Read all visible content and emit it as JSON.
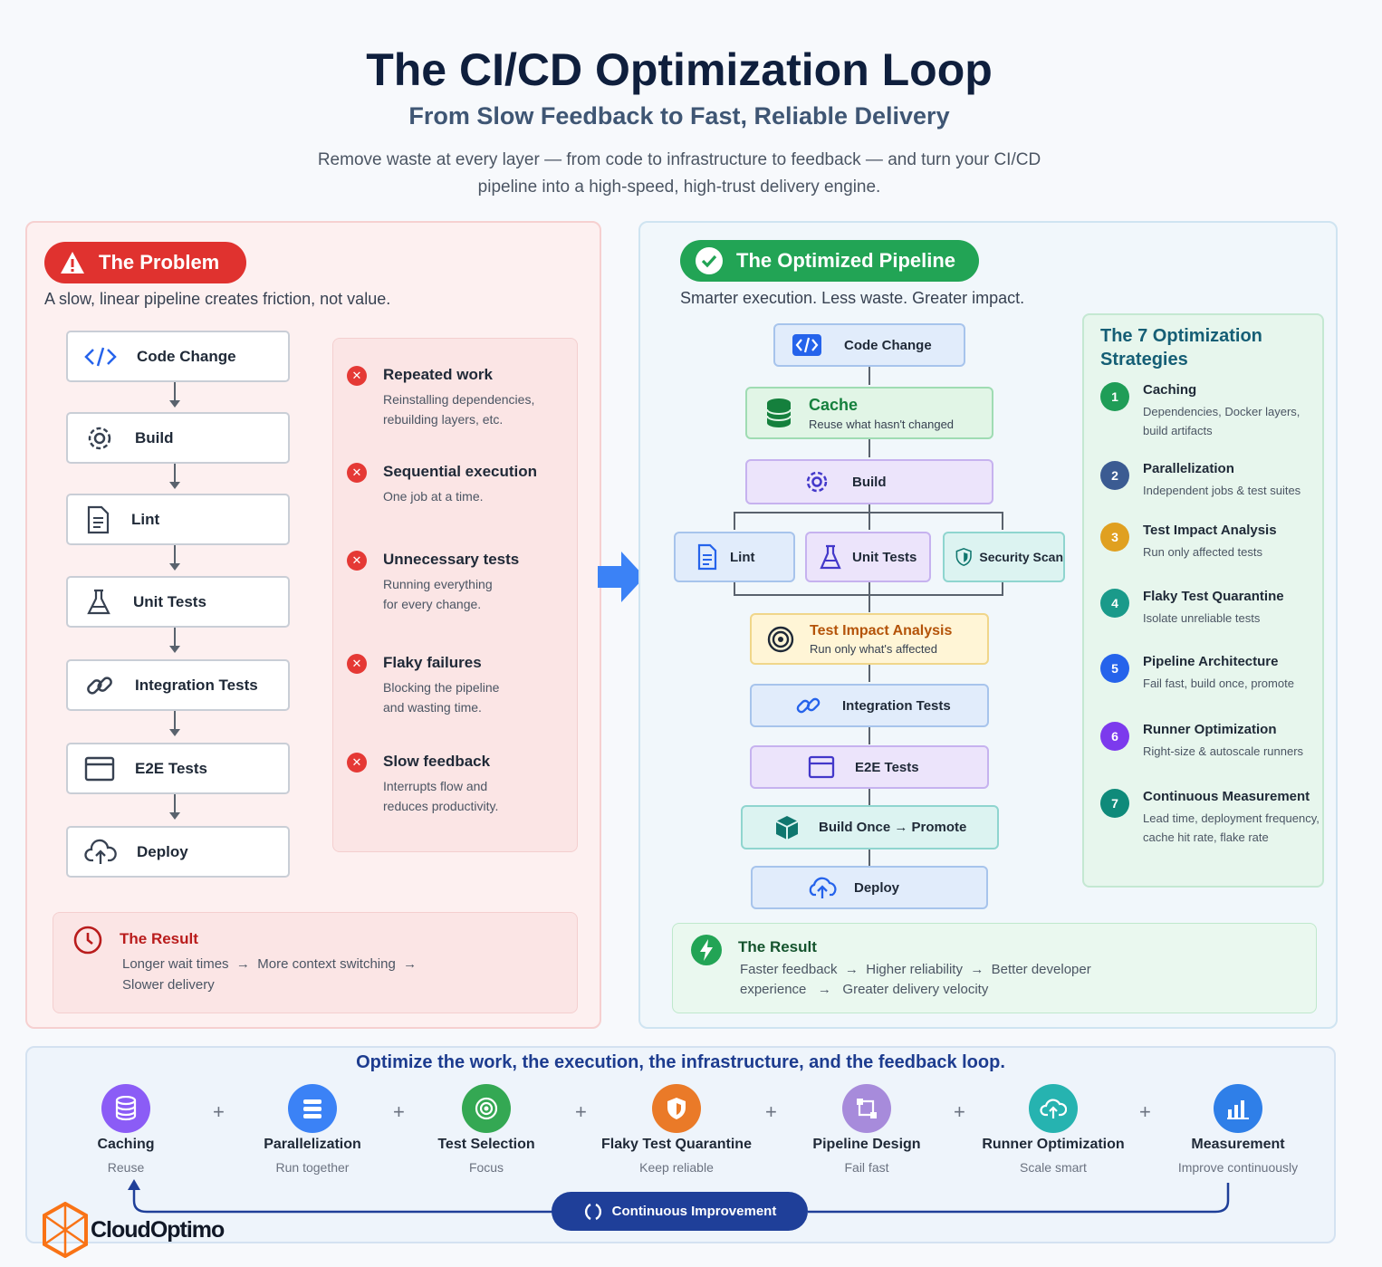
{
  "header": {
    "title": "The CI/CD Optimization Loop",
    "subtitle": "From Slow Feedback to Fast, Reliable Delivery",
    "description_line1": "Remove waste at every layer — from code to infrastructure to feedback — and turn your CI/CD",
    "description_line2": "pipeline into a high-speed, high-trust delivery engine."
  },
  "problem": {
    "badge": "The Problem",
    "lead": "A slow, linear pipeline creates friction, not value.",
    "steps": [
      "Code Change",
      "Build",
      "Lint",
      "Unit Tests",
      "Integration Tests",
      "E2E Tests",
      "Deploy"
    ],
    "issues": [
      {
        "title": "Repeated work",
        "desc1": "Reinstalling dependencies,",
        "desc2": "rebuilding layers, etc."
      },
      {
        "title": "Sequential execution",
        "desc1": "One job at a time.",
        "desc2": ""
      },
      {
        "title": "Unnecessary tests",
        "desc1": "Running everything",
        "desc2": "for every change."
      },
      {
        "title": "Flaky failures",
        "desc1": "Blocking the pipeline",
        "desc2": "and wasting time."
      },
      {
        "title": "Slow feedback",
        "desc1": "Interrupts flow and",
        "desc2": "reduces productivity."
      }
    ],
    "result": {
      "title": "The Result",
      "item1": "Longer wait times",
      "item2": "More context switching",
      "item3": "Slower delivery",
      "arrow": "→"
    }
  },
  "optimized": {
    "badge": "The Optimized Pipeline",
    "lead": "Smarter execution. Less waste. Greater impact.",
    "code_change": "Code Change",
    "cache_title": "Cache",
    "cache_desc": "Reuse what hasn't changed",
    "build": "Build",
    "lint": "Lint",
    "unit_tests": "Unit Tests",
    "security_scan": "Security Scan",
    "tia_title": "Test Impact Analysis",
    "tia_desc": "Run only what's affected",
    "integration_tests": "Integration Tests",
    "e2e_tests": "E2E Tests",
    "build_once": "Build Once",
    "promote": "Promote",
    "arrow": "→",
    "deploy": "Deploy",
    "result": {
      "title": "The Result",
      "item1": "Faster feedback",
      "item2": "Higher reliability",
      "item3a": "Better developer",
      "item3b": "experience",
      "item4": "Greater delivery velocity",
      "arrow": "→"
    }
  },
  "strategies": {
    "title": "The 7 Optimization Strategies",
    "items": [
      {
        "num": "1",
        "name": "Caching",
        "desc": "Dependencies, Docker layers, build artifacts",
        "color": "#1f9d57"
      },
      {
        "num": "2",
        "name": "Parallelization",
        "desc": "Independent jobs & test suites",
        "color": "#3b5b92"
      },
      {
        "num": "3",
        "name": "Test Impact Analysis",
        "desc": "Run only affected tests",
        "color": "#e0a020"
      },
      {
        "num": "4",
        "name": "Flaky Test Quarantine",
        "desc": "Isolate unreliable tests",
        "color": "#1a9a8a"
      },
      {
        "num": "5",
        "name": "Pipeline Architecture",
        "desc": "Fail fast, build once, promote",
        "color": "#2563eb"
      },
      {
        "num": "6",
        "name": "Runner Optimization",
        "desc": "Right-size & autoscale runners",
        "color": "#7c3aed"
      },
      {
        "num": "7",
        "name": "Continuous Measurement",
        "desc": "Lead time, deployment frequency, cache hit rate, flake rate",
        "color": "#0f8a7a"
      }
    ]
  },
  "bottom": {
    "title": "Optimize the work, the execution, the infrastructure, and the feedback loop.",
    "plus": "+",
    "items": [
      {
        "label": "Caching",
        "sub": "Reuse",
        "color": "#8b5cf6",
        "icon": "database-icon"
      },
      {
        "label": "Parallelization",
        "sub": "Run together",
        "color": "#3b82f6",
        "icon": "parallel-icon"
      },
      {
        "label": "Test Selection",
        "sub": "Focus",
        "color": "#34a853",
        "icon": "target-icon"
      },
      {
        "label": "Flaky Test Quarantine",
        "sub": "Keep reliable",
        "color": "#ea7a28",
        "icon": "shield-icon"
      },
      {
        "label": "Pipeline Design",
        "sub": "Fail fast",
        "color": "#a78bdb",
        "icon": "flow-icon"
      },
      {
        "label": "Runner Optimization",
        "sub": "Scale smart",
        "color": "#26b3b0",
        "icon": "cloud-icon"
      },
      {
        "label": "Measurement",
        "sub": "Improve continuously",
        "color": "#2f7fe8",
        "icon": "chart-icon"
      }
    ],
    "loop_label": "Continuous Improvement"
  },
  "brand": {
    "name": "CloudOptimo"
  }
}
